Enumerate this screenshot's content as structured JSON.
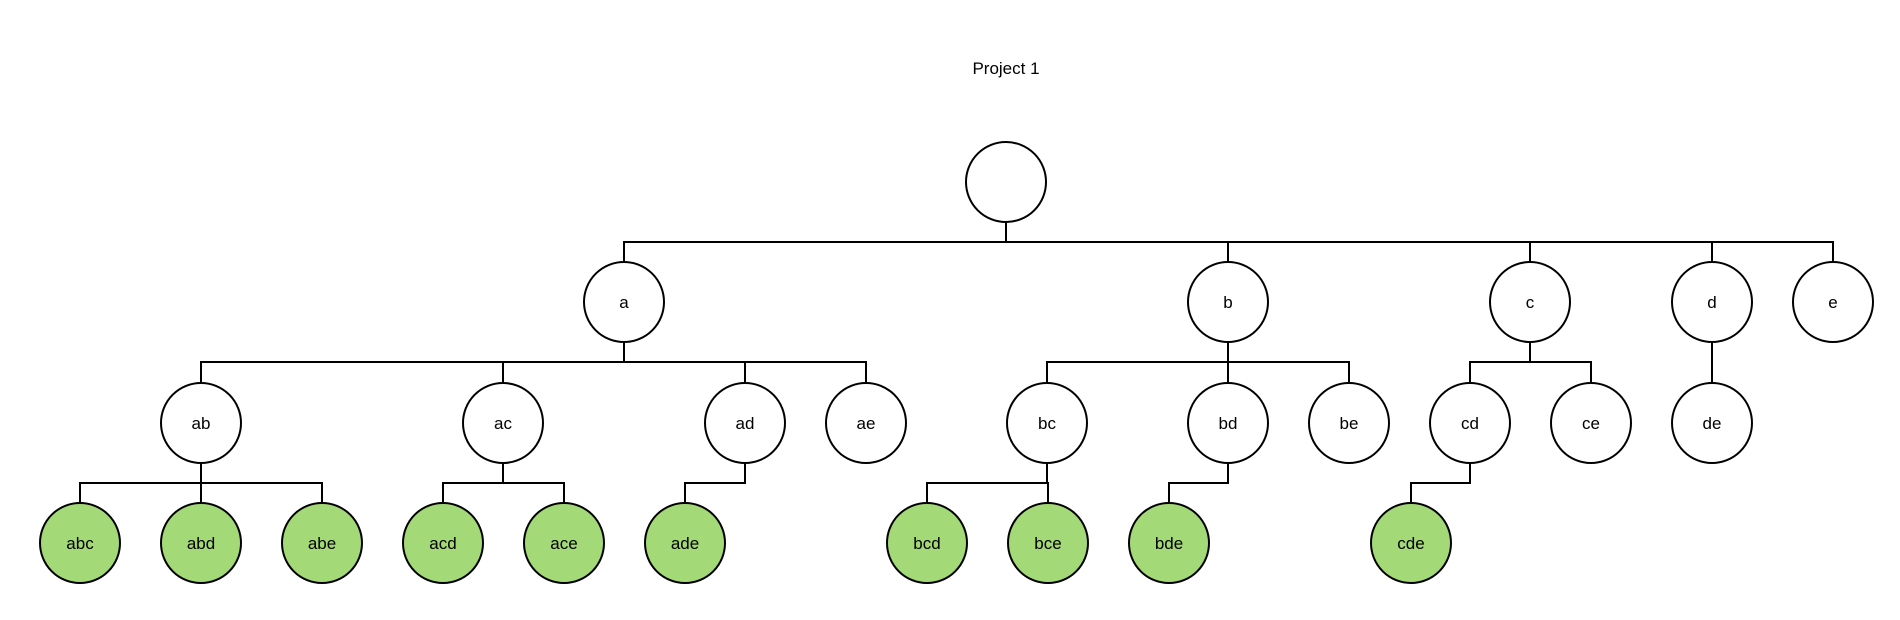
{
  "diagram": {
    "title": "Project 1",
    "colors": {
      "highlight_fill": "#a3d977",
      "default_fill": "#ffffff",
      "stroke": "#000000"
    },
    "tree": {
      "id": "root",
      "label": "",
      "highlighted": false,
      "children": [
        {
          "id": "a",
          "label": "a",
          "highlighted": false,
          "children": [
            {
              "id": "ab",
              "label": "ab",
              "highlighted": false,
              "children": [
                {
                  "id": "abc",
                  "label": "abc",
                  "highlighted": true,
                  "children": []
                },
                {
                  "id": "abd",
                  "label": "abd",
                  "highlighted": true,
                  "children": []
                },
                {
                  "id": "abe",
                  "label": "abe",
                  "highlighted": true,
                  "children": []
                }
              ]
            },
            {
              "id": "ac",
              "label": "ac",
              "highlighted": false,
              "children": [
                {
                  "id": "acd",
                  "label": "acd",
                  "highlighted": true,
                  "children": []
                },
                {
                  "id": "ace",
                  "label": "ace",
                  "highlighted": true,
                  "children": []
                }
              ]
            },
            {
              "id": "ad",
              "label": "ad",
              "highlighted": false,
              "children": [
                {
                  "id": "ade",
                  "label": "ade",
                  "highlighted": true,
                  "children": []
                }
              ]
            },
            {
              "id": "ae",
              "label": "ae",
              "highlighted": false,
              "children": []
            }
          ]
        },
        {
          "id": "b",
          "label": "b",
          "highlighted": false,
          "children": [
            {
              "id": "bc",
              "label": "bc",
              "highlighted": false,
              "children": [
                {
                  "id": "bcd",
                  "label": "bcd",
                  "highlighted": true,
                  "children": []
                },
                {
                  "id": "bce",
                  "label": "bce",
                  "highlighted": true,
                  "children": []
                }
              ]
            },
            {
              "id": "bd",
              "label": "bd",
              "highlighted": false,
              "children": [
                {
                  "id": "bde",
                  "label": "bde",
                  "highlighted": true,
                  "children": []
                }
              ]
            },
            {
              "id": "be",
              "label": "be",
              "highlighted": false,
              "children": []
            }
          ]
        },
        {
          "id": "c",
          "label": "c",
          "highlighted": false,
          "children": [
            {
              "id": "cd",
              "label": "cd",
              "highlighted": false,
              "children": [
                {
                  "id": "cde",
                  "label": "cde",
                  "highlighted": true,
                  "children": []
                }
              ]
            },
            {
              "id": "ce",
              "label": "ce",
              "highlighted": false,
              "children": []
            }
          ]
        },
        {
          "id": "d",
          "label": "d",
          "highlighted": false,
          "children": [
            {
              "id": "de",
              "label": "de",
              "highlighted": false,
              "children": []
            }
          ]
        },
        {
          "id": "e",
          "label": "e",
          "highlighted": false,
          "children": []
        }
      ]
    }
  }
}
